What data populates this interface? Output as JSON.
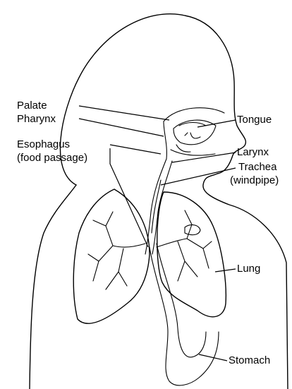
{
  "labels": {
    "palate": "Palate",
    "pharynx": "Pharynx",
    "esophagus": "Esophagus",
    "esophagus_sub": "(food passage)",
    "tongue": "Tongue",
    "larynx": "Larynx",
    "trachea": "Trachea",
    "trachea_sub": "(windpipe)",
    "lung": "Lung",
    "stomach": "Stomach"
  }
}
